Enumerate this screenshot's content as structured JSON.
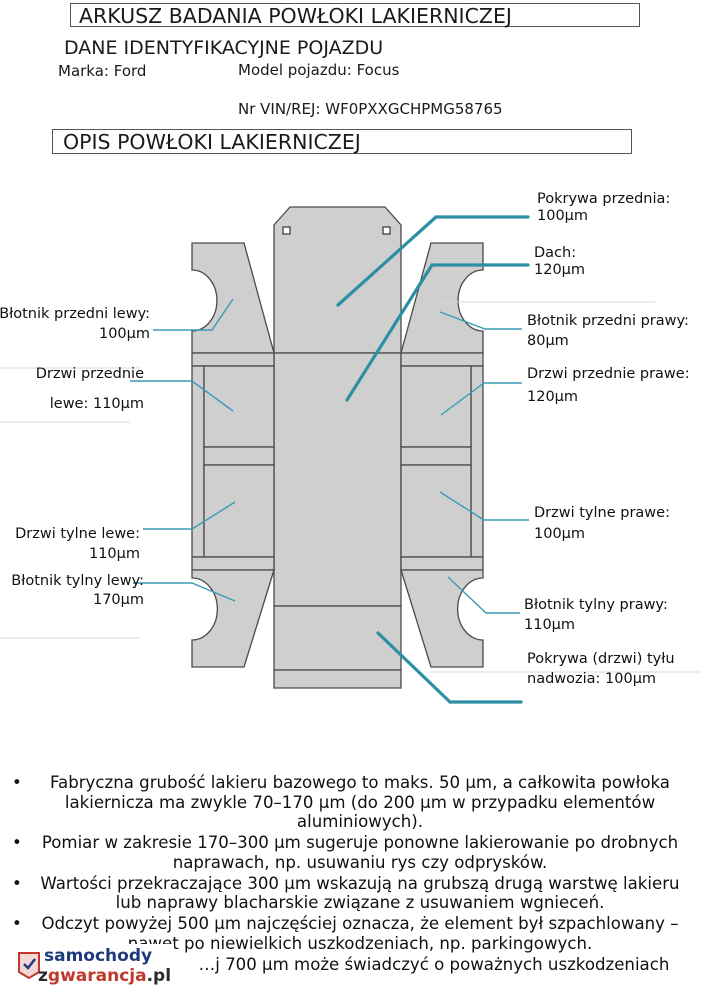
{
  "header": {
    "title": "ARKUSZ BADANIA POWŁOKI LAKIERNICZEJ",
    "vehicle_section": "DANE IDENTYFIKACYJNE POJAZDU",
    "make": "Marka: Ford",
    "model": "Model pojazdu: Focus",
    "vin": "Nr VIN/REJ: WF0PXXGCHPMG58765",
    "coating_section": "OPIS POWŁOKI LAKIERNICZEJ"
  },
  "labels": {
    "hood_1": "Pokrywa przednia:",
    "hood_2": "100µm",
    "roof_1": "Dach:",
    "roof_2": "120µm",
    "fender_fr_1": "Błotnik przedni prawy:",
    "fender_fr_2": "80µm",
    "door_fr": "Drzwi przednie prawe:",
    "door_fr_2": "120µm",
    "door_rr_1": "Drzwi tylne prawe:",
    "door_rr_2": "100µm",
    "fender_rr_1": "Błotnik tylny prawy:",
    "fender_rr_2": "110µm",
    "tailgate_1": "Pokrywa (drzwi) tyłu",
    "tailgate_2": "nadwozia: 100µm",
    "fender_fl_1": "Błotnik przedni lewy:",
    "fender_fl_2": "100µm",
    "door_fl_1": "Drzwi przednie",
    "door_fl_2": "lewe: 110µm",
    "door_rl_1": "Drzwi tylne lewe:",
    "door_rl_2": "110µm",
    "fender_rl_1": "Błotnik tylny lewy:",
    "fender_rl_2": "170µm"
  },
  "notes": [
    "Fabryczna grubość lakieru bazowego to maks. 50 µm, a całkowita powłoka lakiernicza ma zwykle 70–170 µm (do 200 µm w przypadku elementów aluminiowych).",
    "Pomiar w zakresie 170–300 µm sugeruje ponowne lakierowanie po drobnych naprawach, np. usuwaniu rys czy odprysków.",
    "Wartości przekraczające 300 µm wskazują na grubszą drugą warstwę lakieru lub naprawy blacharskie związane z usuwaniem wgnieceń.",
    "Odczyt powyżej 500 µm najczęściej oznacza, że element był szpachlowany – nawet po niewielkich uszkodzeniach, np. parkingowych.",
    "…j 700 µm może świadczyć o poważnych uszkodzeniach"
  ],
  "logo": {
    "line1": "samochody",
    "line2a": "z",
    "line2b": "gwarancja",
    "line2c": ".pl"
  },
  "colors": {
    "panel_fill": "#cfcfcf",
    "panel_stroke": "#4a4a4a",
    "leader_thin": "#3a9bb8",
    "leader_thick": "#2c8fa3"
  }
}
